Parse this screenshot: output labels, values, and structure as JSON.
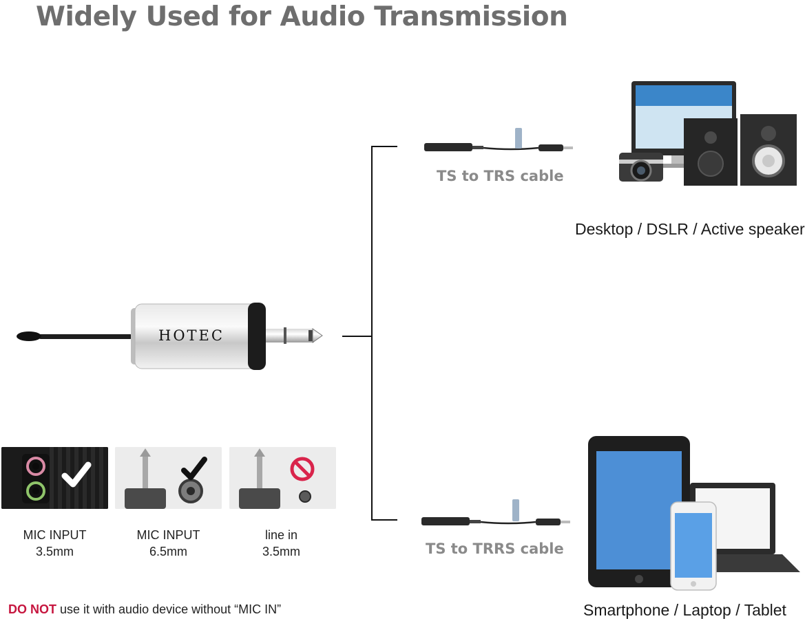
{
  "title": "Widely Used for Audio Transmission",
  "device": {
    "brand": "HOTEC"
  },
  "cables": [
    {
      "label": "TS to TRS cable"
    },
    {
      "label": "TS to TRRS cable"
    }
  ],
  "destinations": [
    {
      "label": "Desktop / DSLR / Active speaker"
    },
    {
      "label": "Smartphone / Laptop / Tablet"
    }
  ],
  "inputs": [
    {
      "line1": "MIC INPUT",
      "line2": "3.5mm",
      "status": "supported"
    },
    {
      "line1": "MIC INPUT",
      "line2": "6.5mm",
      "status": "supported"
    },
    {
      "line1": "line in",
      "line2": "3.5mm",
      "status": "not-supported"
    }
  ],
  "warning": {
    "emphasis": "DO NOT",
    "text": " use it with audio device without  “MIC IN”"
  },
  "colors": {
    "title": "#6e6e6e",
    "warning": "#c6163f",
    "cable_label": "#8a8a8a"
  }
}
